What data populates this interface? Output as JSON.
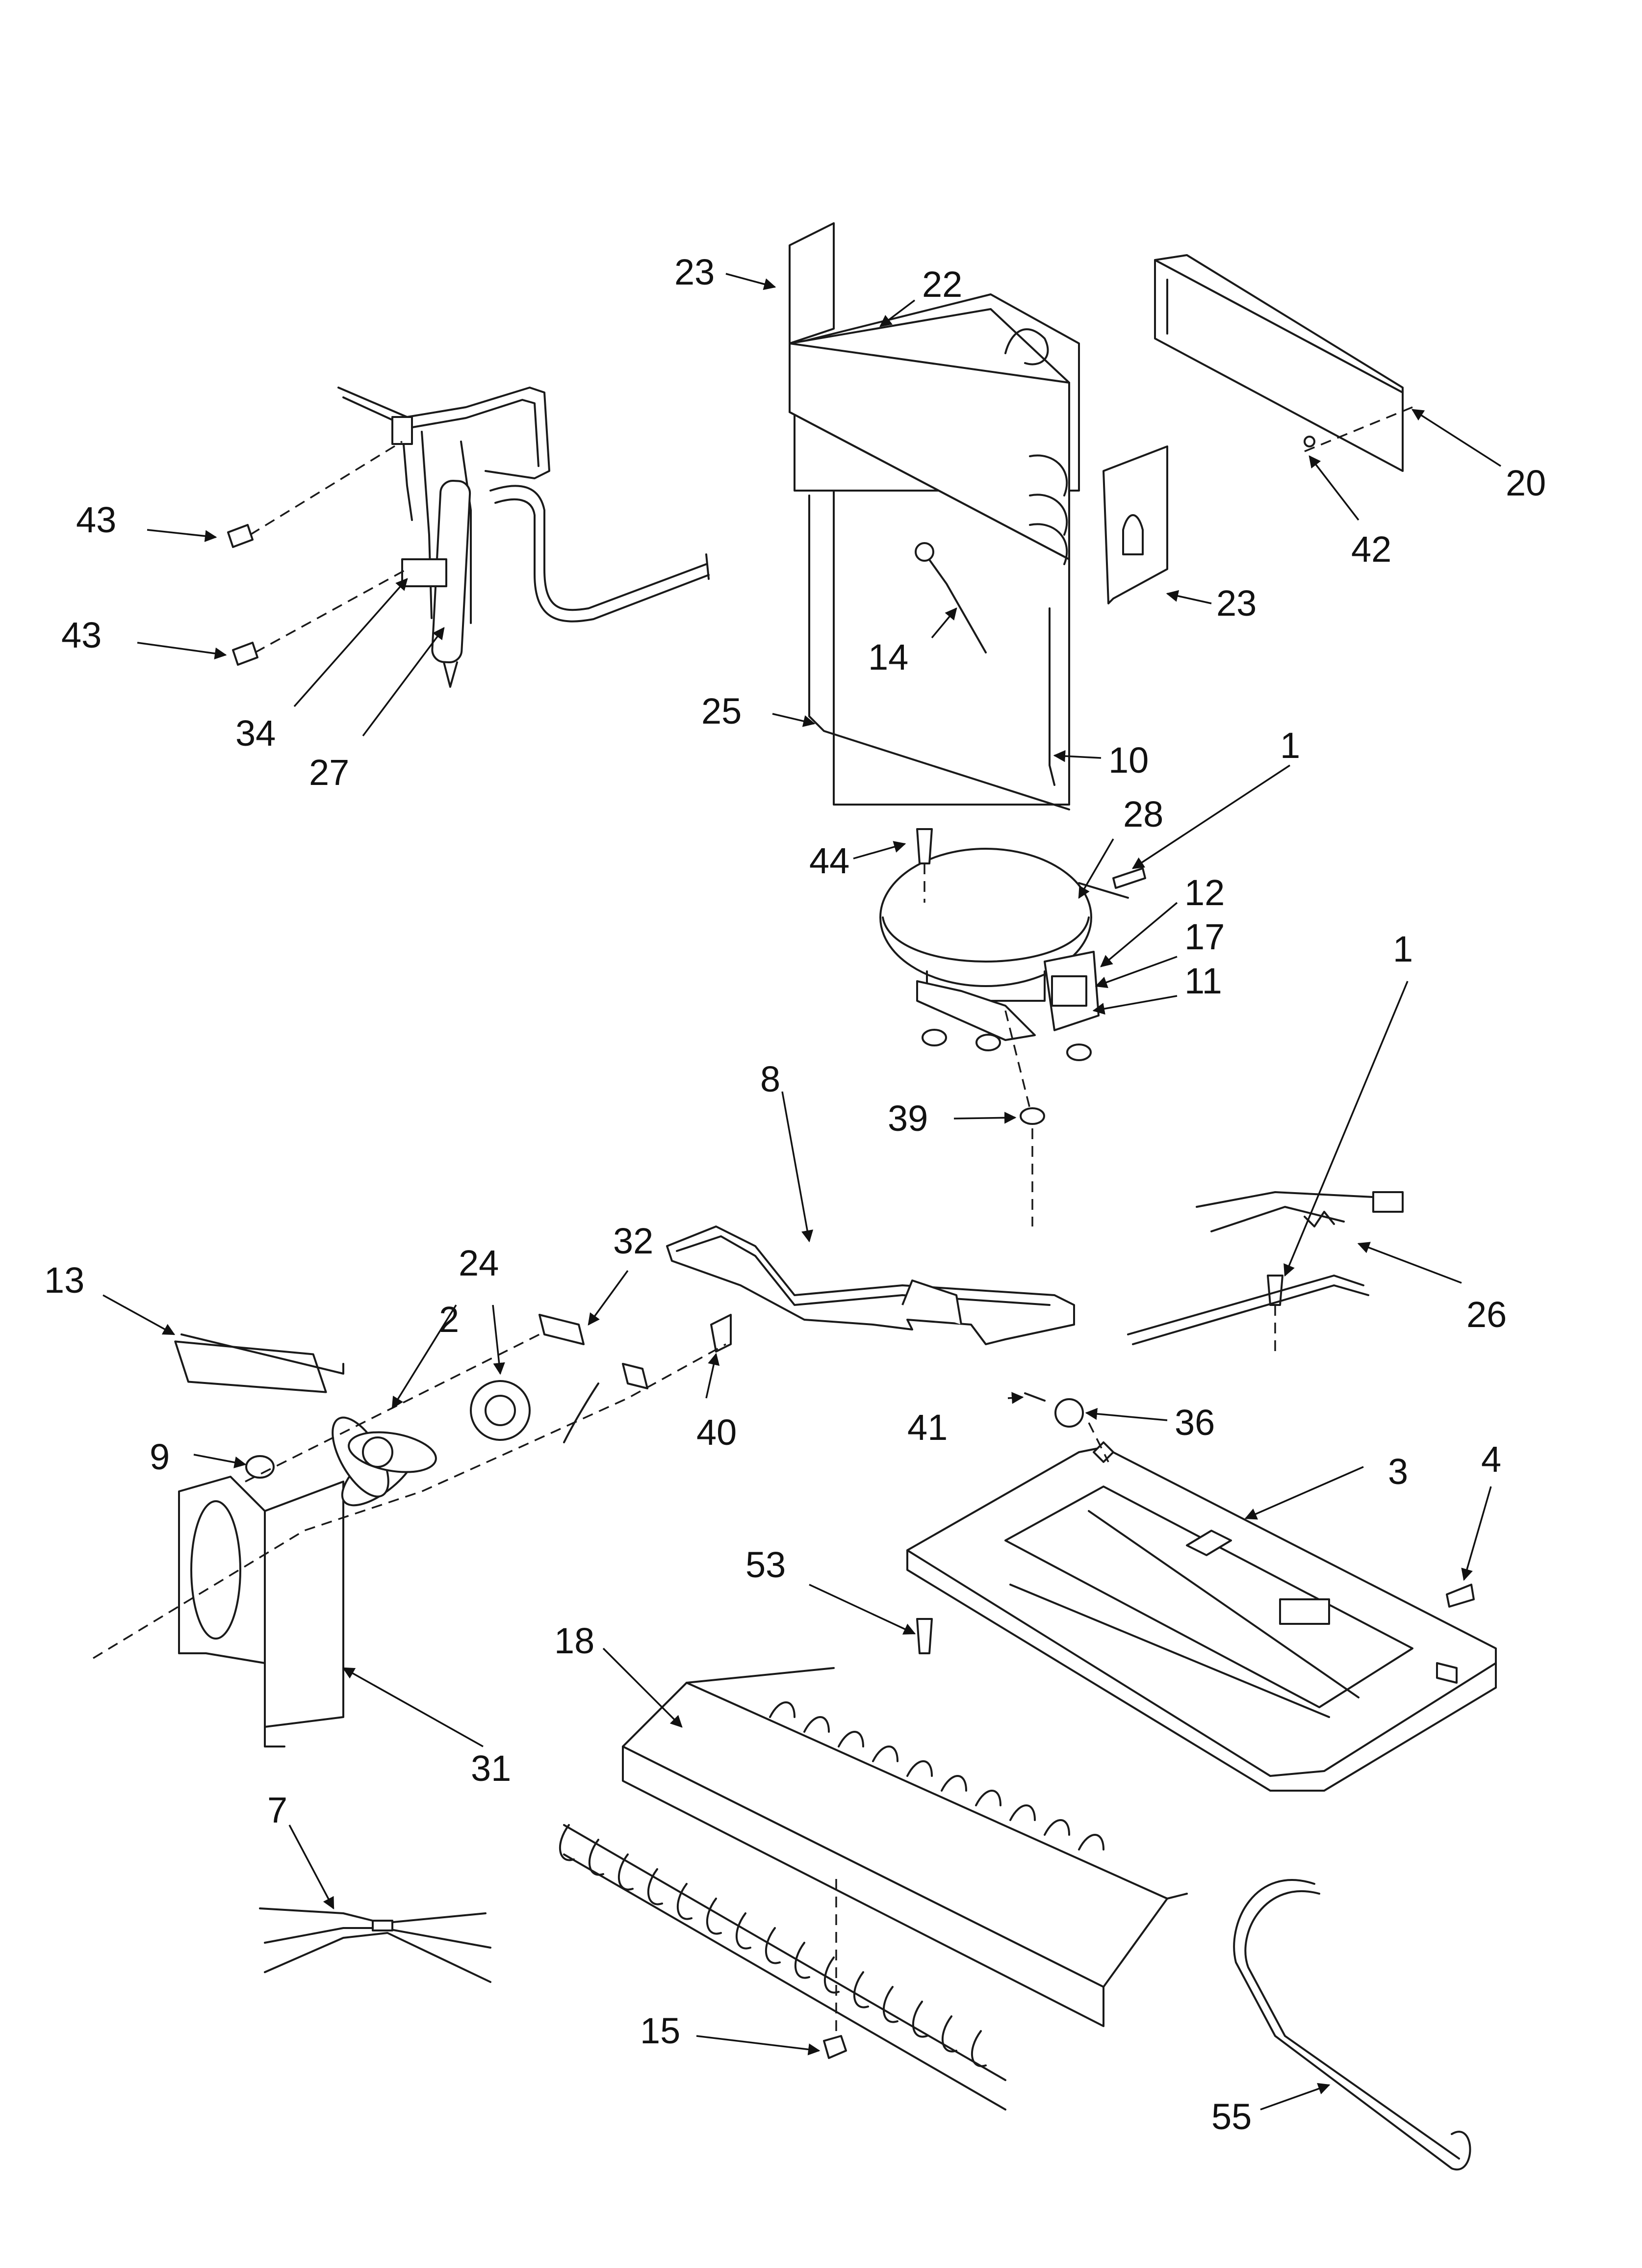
{
  "callouts": {
    "c1a": "1",
    "c1b": "1",
    "c2": "2",
    "c3": "3",
    "c4": "4",
    "c7": "7",
    "c8": "8",
    "c9": "9",
    "c10": "10",
    "c11": "11",
    "c12": "12",
    "c13": "13",
    "c14": "14",
    "c15": "15",
    "c17": "17",
    "c18": "18",
    "c20": "20",
    "c22": "22",
    "c23a": "23",
    "c23b": "23",
    "c24": "24",
    "c25": "25",
    "c26": "26",
    "c27": "27",
    "c28": "28",
    "c31": "31",
    "c32": "32",
    "c34": "34",
    "c36": "36",
    "c39": "39",
    "c40": "40",
    "c41": "41",
    "c42": "42",
    "c43a": "43",
    "c43b": "43",
    "c44": "44",
    "c53": "53",
    "c55": "55"
  },
  "colors": {
    "line": "#1a1a1a",
    "background": "#ffffff"
  }
}
